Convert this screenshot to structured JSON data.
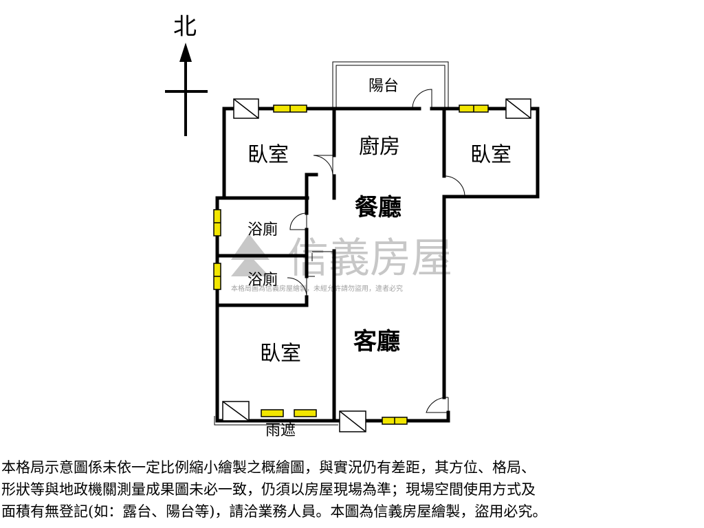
{
  "compass": {
    "north_label": "北"
  },
  "rooms": {
    "balcony": "陽台",
    "kitchen": "廚房",
    "dining": "餐廳",
    "bedroom_nw": "臥室",
    "bedroom_ne": "臥室",
    "bath_1": "浴廁",
    "bath_2": "浴廁",
    "living": "客廳",
    "bedroom_sw": "臥室",
    "canopy": "雨遮"
  },
  "watermark": {
    "brand": "信義房屋",
    "notice": "本格局圖為信義房屋繪製，未經允許請勿盜用，違者必究"
  },
  "disclaimer": {
    "line1": "本格局示意圖係未依一定比例縮小繪製之概繪圖，與實況仍有差距，其方位、格局、",
    "line2": "形狀等與地政機關測量成果圖未必一致，仍須以房屋現場為準；現場空間使用方式及",
    "line3": "面積有無登記(如：露台、陽台等)，請洽業務人員。本圖為信義房屋繪製，盜用必究。"
  },
  "colors": {
    "wall": "#000000",
    "window": "#f2e600",
    "watermark": "#9a9a9a",
    "background": "#ffffff"
  }
}
